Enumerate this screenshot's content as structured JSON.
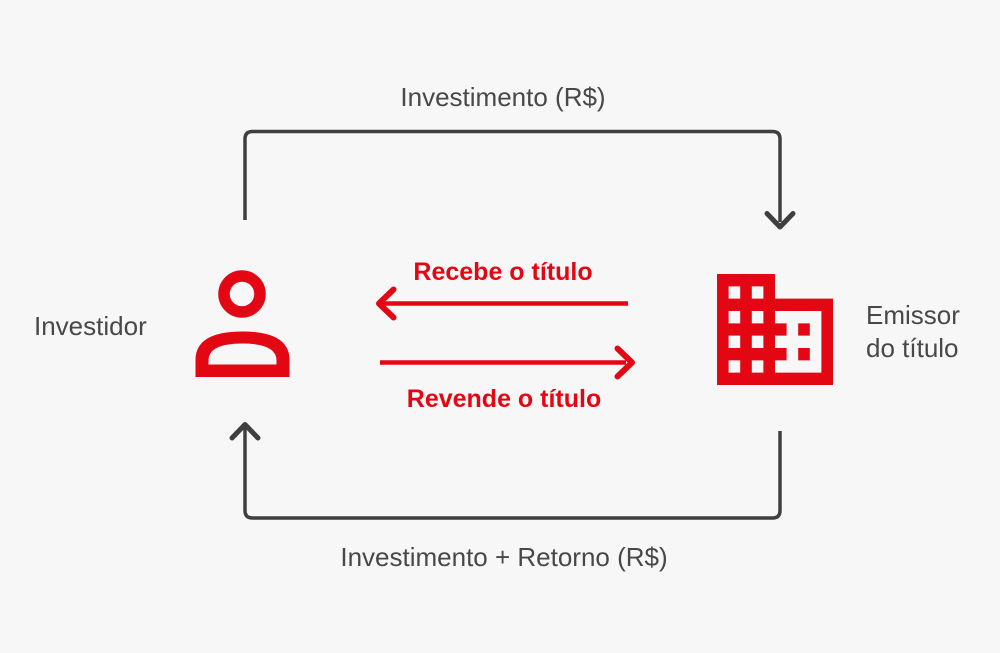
{
  "diagram": {
    "colors": {
      "background": "#f7f7f7",
      "red": "#e30613",
      "dark": "#3f3f3f",
      "text_dark": "#484848"
    },
    "nodes": {
      "investor": {
        "label": "Investidor",
        "icon": "person-icon"
      },
      "issuer": {
        "label": "Emissor do título",
        "icon": "building-icon"
      }
    },
    "flows": {
      "top": {
        "label": "Investimento (R$)",
        "from": "investor",
        "to": "issuer",
        "color": "dark"
      },
      "bottom": {
        "label": "Investimento + Retorno (R$)",
        "from": "issuer",
        "to": "investor",
        "color": "dark"
      },
      "receive": {
        "label": "Recebe o título",
        "from": "issuer",
        "to": "investor",
        "color": "red"
      },
      "resell": {
        "label": "Revende o título",
        "from": "investor",
        "to": "issuer",
        "color": "red"
      }
    }
  }
}
